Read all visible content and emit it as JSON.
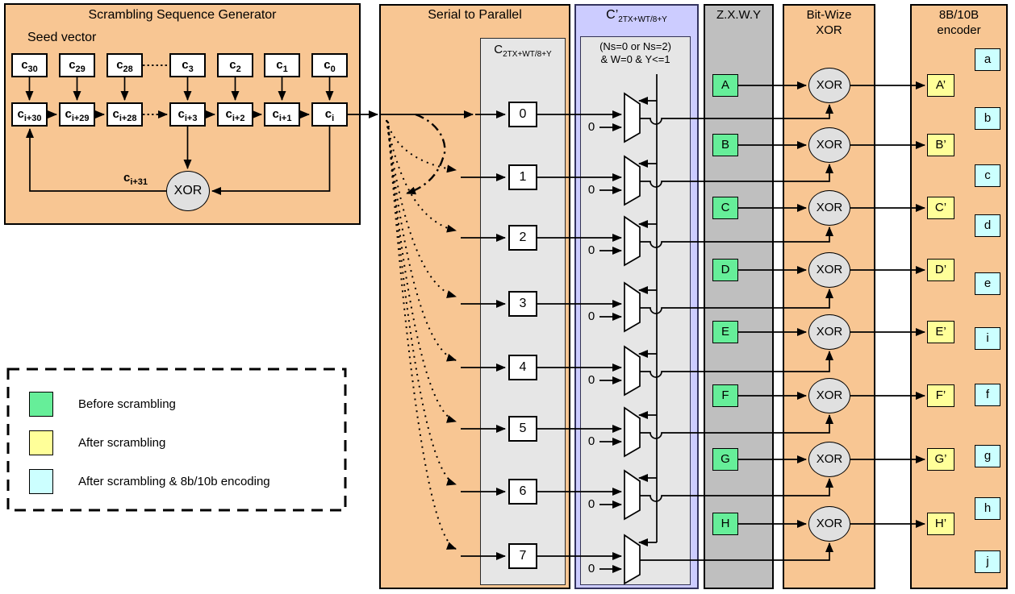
{
  "diagram": {
    "scrambler": {
      "title": "Scrambling Sequence Generator",
      "seed_label": "Seed vector",
      "xor_label": "XOR",
      "feedback_cell": {
        "base": "c",
        "sub": "i+31"
      },
      "seed_cells": [
        {
          "base": "c",
          "sub": "30"
        },
        {
          "base": "c",
          "sub": "29"
        },
        {
          "base": "c",
          "sub": "28"
        },
        {
          "base": "c",
          "sub": "3"
        },
        {
          "base": "c",
          "sub": "2"
        },
        {
          "base": "c",
          "sub": "1"
        },
        {
          "base": "c",
          "sub": "0"
        }
      ],
      "register_cells": [
        {
          "base": "c",
          "sub": "i+30"
        },
        {
          "base": "c",
          "sub": "i+29"
        },
        {
          "base": "c",
          "sub": "i+28"
        },
        {
          "base": "c",
          "sub": "i+3"
        },
        {
          "base": "c",
          "sub": "i+2"
        },
        {
          "base": "c",
          "sub": "i+1"
        },
        {
          "base": "c",
          "sub": "i"
        }
      ]
    },
    "serial_to_parallel": {
      "title": "Serial to Parallel",
      "column_label": {
        "base": "C",
        "sub": "2TX+WT/8+Y"
      },
      "bits": [
        "0",
        "1",
        "2",
        "3",
        "4",
        "5",
        "6",
        "7"
      ]
    },
    "cprime": {
      "title": {
        "base": "C’",
        "sub": "2TX+WT/8+Y"
      },
      "condition_line1": "(Ns=0 or Ns=2)",
      "condition_line2": "& W=0 & Y<=1",
      "mux_zero": "0"
    },
    "zxwy": {
      "title": "Z.X.W.Y",
      "bytes": [
        "A",
        "B",
        "C",
        "D",
        "E",
        "F",
        "G",
        "H"
      ]
    },
    "bitwise_xor": {
      "title_line1": "Bit-Wize",
      "title_line2": "XOR",
      "xor_label": "XOR"
    },
    "encoder": {
      "title_line1": "8B/10B",
      "title_line2": "encoder",
      "scrambled": [
        "A’",
        "B’",
        "C’",
        "D’",
        "E’",
        "F’",
        "G’",
        "H’"
      ],
      "encoded": [
        "a",
        "b",
        "c",
        "d",
        "e",
        "i",
        "f",
        "g",
        "h",
        "j"
      ]
    },
    "legend": {
      "items": [
        {
          "label": "Before scrambling",
          "color": "#66EE99"
        },
        {
          "label": "After scrambling",
          "color": "#FFFF99"
        },
        {
          "label": "After scrambling & 8b/10b encoding",
          "color": "#CCFFFF"
        }
      ]
    },
    "colors": {
      "panel_orange": "#F8C693",
      "panel_lavender": "#CCCCFF",
      "panel_gray": "#BFBFBF",
      "inner_gray": "#E6E6E6",
      "node_green": "#66EE99",
      "node_yellow": "#FFFF99",
      "node_cyan": "#CCFFFF"
    }
  }
}
